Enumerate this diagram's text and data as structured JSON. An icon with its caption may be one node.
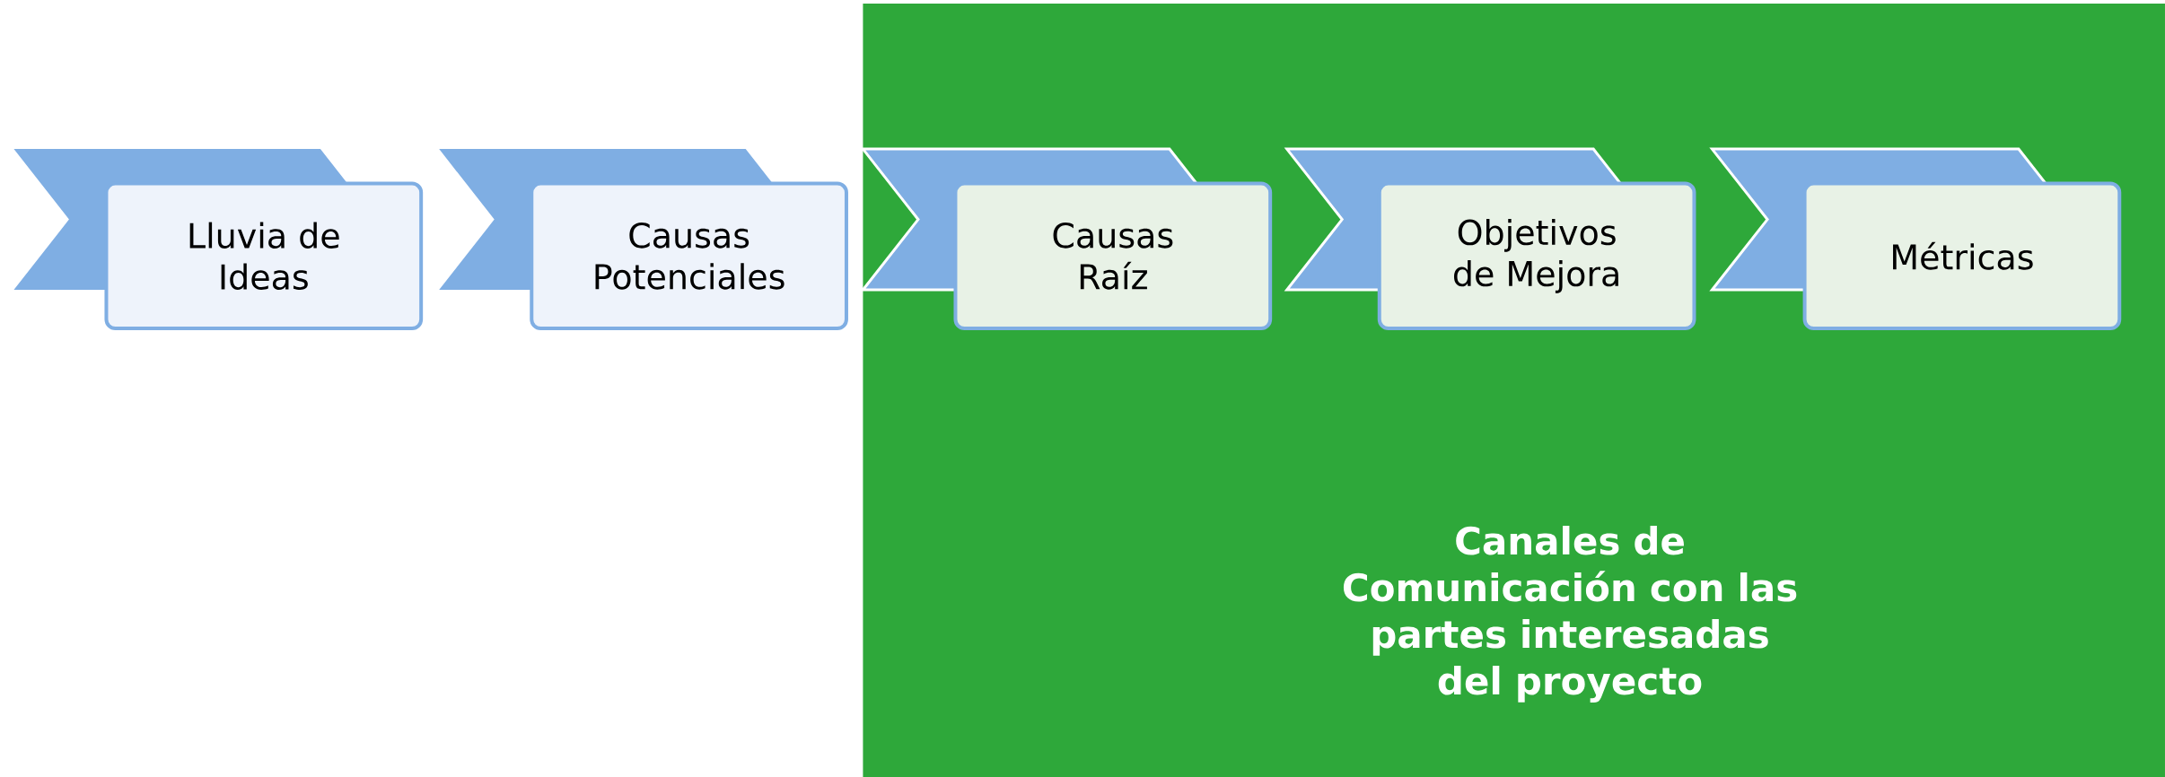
{
  "diagram": {
    "nodes": [
      {
        "text": [
          "Canales de Comunicación con las partes interesadas del proyecto"
        ]
      },
      {
        "text": [
          "Lluvia de Ideas"
        ]
      },
      {
        "text": [
          "Causas Potenciales"
        ]
      },
      {
        "text": [
          "Causas Raíz"
        ],
        "in": 0
      },
      {
        "text": [
          "Objetivos de Mejora"
        ],
        "in": 0
      },
      {
        "text": [
          "Métricas"
        ],
        "in": 0
      }
    ]
  }
}
